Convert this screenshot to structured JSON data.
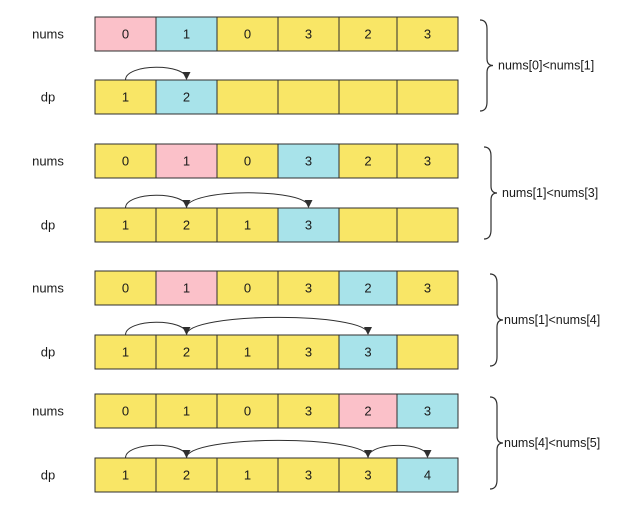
{
  "colors": {
    "default_cell": "#f9e666",
    "highlight_i": "#fbc1c9",
    "highlight_j": "#a8e3ea",
    "border": "#2f2f2f",
    "text": "#1a1a1a"
  },
  "labels": {
    "nums": "nums",
    "dp": "dp"
  },
  "panels": [
    {
      "nums": [
        "0",
        "1",
        "0",
        "3",
        "2",
        "3"
      ],
      "dp": [
        "1",
        "2",
        "",
        "",
        "",
        ""
      ],
      "nums_colors": [
        "highlight_i",
        "highlight_j",
        "default_cell",
        "default_cell",
        "default_cell",
        "default_cell"
      ],
      "dp_colors": [
        "default_cell",
        "highlight_j",
        "default_cell",
        "default_cell",
        "default_cell",
        "default_cell"
      ],
      "arcs": [
        [
          0,
          1
        ]
      ],
      "annotation": "nums[0]<nums[1]"
    },
    {
      "nums": [
        "0",
        "1",
        "0",
        "3",
        "2",
        "3"
      ],
      "dp": [
        "1",
        "2",
        "1",
        "3",
        "",
        ""
      ],
      "nums_colors": [
        "default_cell",
        "highlight_i",
        "default_cell",
        "highlight_j",
        "default_cell",
        "default_cell"
      ],
      "dp_colors": [
        "default_cell",
        "default_cell",
        "default_cell",
        "highlight_j",
        "default_cell",
        "default_cell"
      ],
      "arcs": [
        [
          0,
          1
        ],
        [
          1,
          3
        ]
      ],
      "annotation": "nums[1]<nums[3]"
    },
    {
      "nums": [
        "0",
        "1",
        "0",
        "3",
        "2",
        "3"
      ],
      "dp": [
        "1",
        "2",
        "1",
        "3",
        "3",
        ""
      ],
      "nums_colors": [
        "default_cell",
        "highlight_i",
        "default_cell",
        "default_cell",
        "highlight_j",
        "default_cell"
      ],
      "dp_colors": [
        "default_cell",
        "default_cell",
        "default_cell",
        "default_cell",
        "highlight_j",
        "default_cell"
      ],
      "arcs": [
        [
          0,
          1
        ],
        [
          1,
          4
        ]
      ],
      "annotation": "nums[1]<nums[4]"
    },
    {
      "nums": [
        "0",
        "1",
        "0",
        "3",
        "2",
        "3"
      ],
      "dp": [
        "1",
        "2",
        "1",
        "3",
        "3",
        "4"
      ],
      "nums_colors": [
        "default_cell",
        "default_cell",
        "default_cell",
        "default_cell",
        "highlight_i",
        "highlight_j"
      ],
      "dp_colors": [
        "default_cell",
        "default_cell",
        "default_cell",
        "default_cell",
        "default_cell",
        "highlight_j"
      ],
      "arcs": [
        [
          0,
          1
        ],
        [
          1,
          4
        ],
        [
          4,
          5
        ]
      ],
      "annotation": "nums[4]<nums[5]"
    }
  ]
}
